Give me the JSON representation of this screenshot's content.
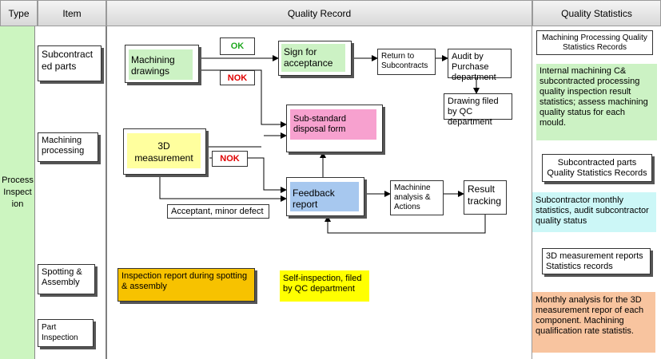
{
  "header": {
    "type": "Type",
    "item": "Item",
    "quality_record": "Quality Record",
    "quality_statistics": "Quality Statistics"
  },
  "type_label": "Process Inspect ion",
  "items": {
    "subcontracted": "Subcontract ed  parts",
    "machining": "Machining processing",
    "spotting": "Spotting & Assembly",
    "part": "Part Inspection"
  },
  "flow": {
    "machining_drawings": "Machining drawings",
    "ok": "OK",
    "nok_top": "NOK",
    "sign": "Sign for acceptance",
    "return": "Return to Subcontracts",
    "audit": "Audit by Purchase department",
    "drawing_filed": "Drawing filed by QC department",
    "substandard": "Sub-standard disposal form",
    "measurement_3d": "3D measurement",
    "nok_mid": "NOK",
    "feedback": "Feedback report",
    "analysis": "Machinine analysis & Actions",
    "result": "Result tracking",
    "acceptant": "Acceptant,  minor defect",
    "inspection_report": "Inspection report during spotting & assembly",
    "self_inspection": "Self-inspection, filed by QC department"
  },
  "stats": {
    "s1": "Machining Processing Quality Statistics Records",
    "s2": "Internal machining C& subcontracted processing quality inspection result statistics;  assess machining quality status for each mould.",
    "s3": "Subcontracted parts Quality Statistics Records",
    "s4": "Subcontractor monthly statistics, audit subcontractor quality status",
    "s5": "3D measurement reports Statistics records",
    "s6": "Monthly analysis for the 3D measurement repor of each component.  Machining qualification rate statistis."
  },
  "colors": {
    "type_column": "#ccf5c0",
    "drawings": "#ccf2c4",
    "green_stat": "#ccf2c4",
    "pink": "#f7a1cf",
    "blue": "#a7c8ef",
    "yellow": "#ffff9e",
    "orange": "#f7c200",
    "bright_yellow": "#ffff00",
    "cyan": "#ccf7f7",
    "peach": "#f8c49f",
    "ok_green": "#1ea81e",
    "nok_red": "#e00000"
  }
}
